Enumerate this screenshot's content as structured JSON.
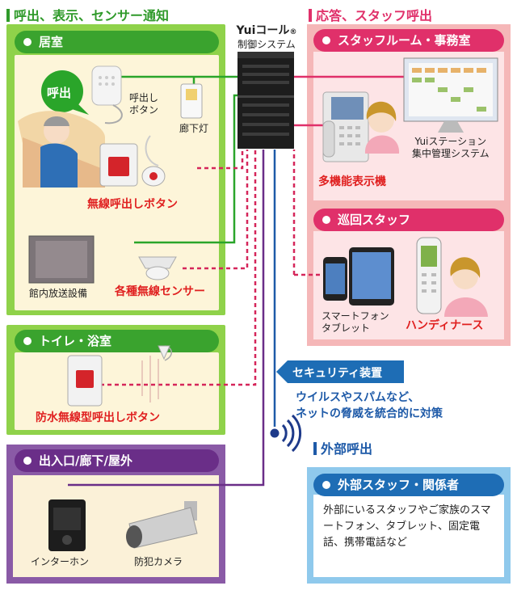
{
  "headers": {
    "left": "呼出、表示、センサー通知",
    "right": "応答、スタッフ呼出",
    "external": "外部呼出"
  },
  "system": {
    "brand": "Yuiコール",
    "reg": "®",
    "subtitle": "制御システム"
  },
  "room": {
    "tab": "居室",
    "call_bubble": "呼出",
    "call_button": "呼出し\nボタン",
    "hall_light": "廊下灯",
    "wireless_button": "無線呼出しボタン",
    "broadcast": "館内放送設備",
    "sensors": "各種無線センサー"
  },
  "bath": {
    "tab": "トイレ・浴室",
    "waterproof_button": "防水無線型呼出しボタン"
  },
  "entrance": {
    "tab": "出入口/廊下/屋外",
    "intercom": "インターホン",
    "camera": "防犯カメラ"
  },
  "staffroom": {
    "tab": "スタッフルーム・事務室",
    "station": "Yuiステーション\n集中管理システム",
    "phone": "多機能表示機"
  },
  "patrol": {
    "tab": "巡回スタッフ",
    "smartphone": "スマートフォン\nタブレット",
    "handy": "ハンディナース"
  },
  "security": {
    "label": "セキュリティ装置",
    "desc": "ウイルスやスパムなど、\nネットの脅威を統合的に対策"
  },
  "external": {
    "tab": "外部スタッフ・関係者",
    "desc": "外部にいるスタッフやご家族のスマートフォン、タブレット、固定電話、携帯電話など"
  },
  "colors": {
    "green": "#3aa32e",
    "pink": "#e0306a",
    "purple": "#6a2e88",
    "blue": "#1e6db5",
    "red_label": "#e02020"
  },
  "icons": [
    "call-button-icon",
    "hall-light-icon",
    "wireless-pendant-icon",
    "speaker-icon",
    "ceiling-sensor-icon",
    "pull-cord-icon",
    "intercom-icon",
    "camera-icon",
    "desk-phone-icon",
    "monitor-icon",
    "smartphone-icon",
    "tablet-icon",
    "handset-icon",
    "wireless-signal-icon",
    "person-icon"
  ]
}
